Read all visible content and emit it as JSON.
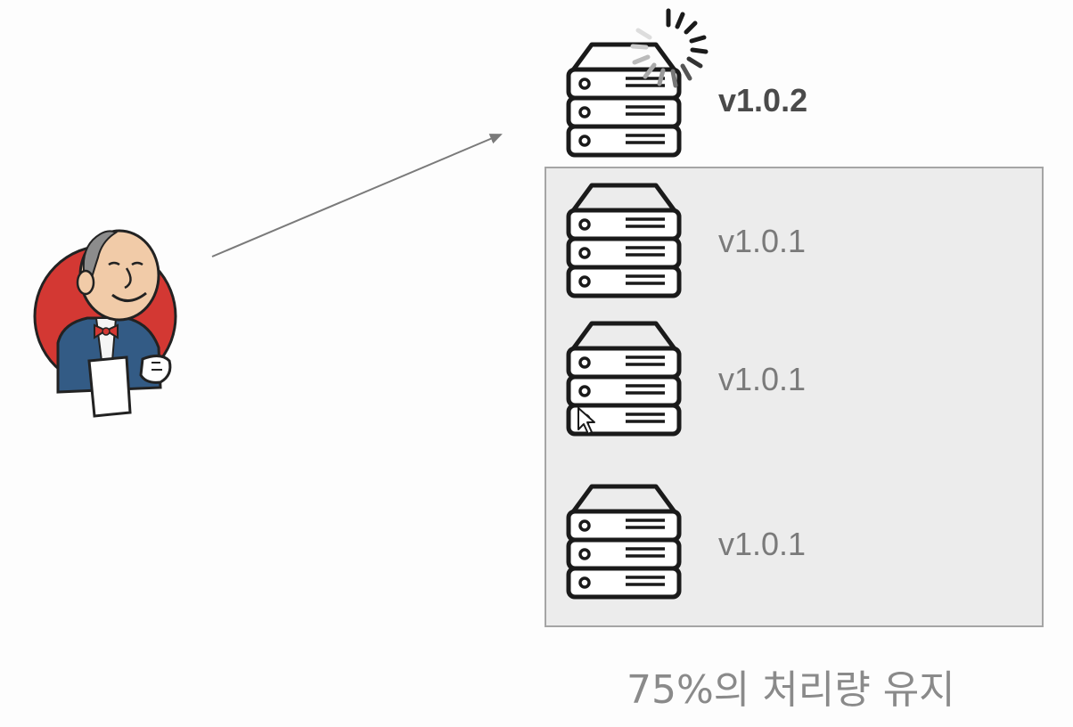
{
  "deploy": {
    "new_version": "v1.0.2",
    "old_versions": [
      "v1.0.1",
      "v1.0.1",
      "v1.0.1"
    ],
    "caption": "75%의 처리량 유지"
  },
  "icons": {
    "tool": "jenkins-butler-icon",
    "server": "server-stack-icon",
    "loading": "loading-spinner-icon",
    "pointer": "mouse-pointer-icon"
  },
  "colors": {
    "group_fill": "#ececec",
    "group_border": "#a5a5a5",
    "server_stroke": "#1a1a1a",
    "arrow": "#7a7a7a",
    "jenkins_red": "#d33833",
    "active_text": "#4a4a4a",
    "inactive_text": "#7a7a7a"
  }
}
